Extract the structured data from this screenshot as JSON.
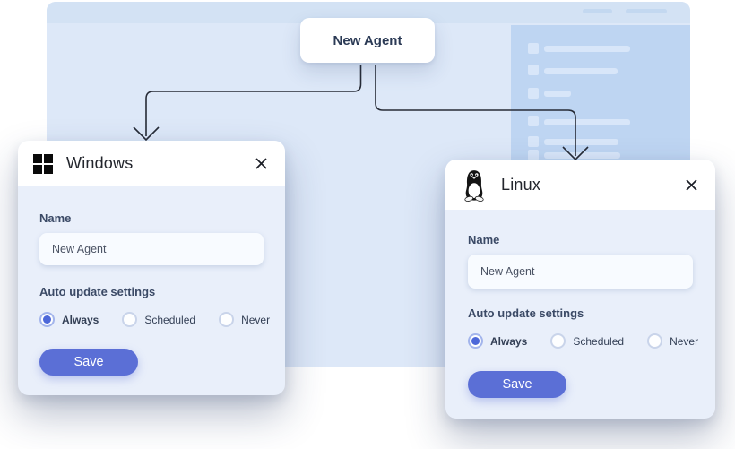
{
  "colors": {
    "accent": "#5b6fd6",
    "radio_selected": "#4d68d9",
    "panel_background": "#dde8f8",
    "panel_titlebar": "#d3e2f4",
    "sidebar_background": "#bed5f2",
    "dialog_body_background": "#e9effa",
    "arrow_stroke": "#262b36"
  },
  "flow": {
    "new_agent_button_label": "New Agent"
  },
  "dialogs": [
    {
      "id": "windows",
      "icon": "windows-logo-icon",
      "title": "Windows",
      "name_label": "Name",
      "name_value": "New Agent",
      "auto_update_label": "Auto update settings",
      "options": [
        {
          "label": "Always",
          "selected": true
        },
        {
          "label": "Scheduled",
          "selected": false
        },
        {
          "label": "Never",
          "selected": false
        }
      ],
      "save_label": "Save"
    },
    {
      "id": "linux",
      "icon": "linux-tux-icon",
      "title": "Linux",
      "name_label": "Name",
      "name_value": "New Agent",
      "auto_update_label": "Auto update settings",
      "options": [
        {
          "label": "Always",
          "selected": true
        },
        {
          "label": "Scheduled",
          "selected": false
        },
        {
          "label": "Never",
          "selected": false
        }
      ],
      "save_label": "Save"
    }
  ]
}
